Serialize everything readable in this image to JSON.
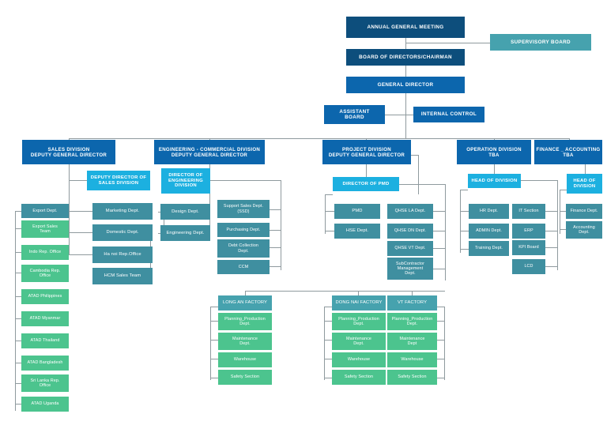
{
  "chart_title": "ATAD Organizational Structure Chart",
  "palette": {
    "navy": "#0d4e7c",
    "blue": "#0c66ad",
    "cyan": "#1cb0e0",
    "teal": "#3f8fa0",
    "teal_light": "#46a2ae",
    "green": "#4cc48e",
    "connector": "#8f9a9e",
    "background": "#ffffff"
  },
  "top": {
    "annual_general_meeting": "ANNUAL GENERAL MEETING",
    "supervisory_board": "SUPERVISORY BOARD",
    "board_of_directors": "BOARD OF DIRECTORS/CHAIRMAN",
    "general_director": "GENERAL DIRECTOR",
    "assistant_board": "ASSISTANT\nBOARD",
    "assistant_board_l1": "ASSISTANT",
    "assistant_board_l2": "BOARD",
    "internal_control": "INTERNAL CONTROL"
  },
  "divisions": {
    "sales_l1": "SALES DIVISION",
    "sales_l2": "DEPUTY GENERAL DIRECTOR",
    "engineering_l1": "ENGINEERING - COMMERCIAL DIVISION",
    "engineering_l2": "DEPUTY GENERAL DIRECTOR",
    "project_l1": "PROJECT DIVISION",
    "project_l2": "DEPUTY GENERAL DIRECTOR",
    "operation_l1": "OPERATION DIVISION",
    "operation_l2": "TBA",
    "finance_l1": "FINANCE _ ACCOUNTING",
    "finance_l2": "TBA"
  },
  "heads": {
    "deputy_sales_l1": "DEPUTY DIRECTOR OF",
    "deputy_sales_l2": "SALES DIVISION",
    "dir_eng_l1": "DIRECTOR OF",
    "dir_eng_l2": "ENGINEERING",
    "dir_eng_l3": "DIVISION",
    "dir_pmd": "DIRECTOR OF PMD",
    "head_operation": "HEAD OF DIVISION",
    "head_finance_l1": "HEAD OF",
    "head_finance_l2": "DIVISION"
  },
  "sales": {
    "departments": [
      "Marketing Dept.",
      "Domestic Dept.",
      "Ha noi Rep.Office",
      "HCM Sales Team"
    ],
    "export_branch": [
      {
        "label": "Export Dept.",
        "color": "teal"
      },
      {
        "label": "Export Sales\nTeam",
        "color": "green",
        "l1": "Export Sales",
        "l2": "Team"
      },
      {
        "label": "Indo Rep. Office",
        "color": "green",
        "l1": "Indo Rep. Office",
        "l2": ""
      },
      {
        "label": "Cambodia Rep.\nOffice",
        "color": "green",
        "l1": "Cambodia Rep.",
        "l2": "Office"
      },
      {
        "label": "ATAD Philippines",
        "color": "green",
        "l1": "ATAD Philippines",
        "l2": ""
      },
      {
        "label": "ATAD Myanmar",
        "color": "green",
        "l1": "ATAD Myanmar",
        "l2": ""
      },
      {
        "label": "ATAD Thailand",
        "color": "green",
        "l1": "ATAD Thailand",
        "l2": ""
      },
      {
        "label": "ATAD Bangladesh",
        "color": "green",
        "l1": "ATAD Bangladesh",
        "l2": ""
      },
      {
        "label": "Sri Lanka Rep.\nOffice",
        "color": "green",
        "l1": "Sri Lanka Rep.",
        "l2": "Office"
      },
      {
        "label": "ATAD Uganda",
        "color": "green",
        "l1": "ATAD Uganda",
        "l2": ""
      }
    ]
  },
  "engineering": {
    "left_departments": [
      "Design Dept.",
      "Engineering Dept."
    ],
    "right_departments": [
      {
        "l1": "Support Sales Dept.",
        "l2": "(SSD)"
      },
      {
        "l1": "Purchasing Dept.",
        "l2": ""
      },
      {
        "l1": "Debt Collection",
        "l2": "Dept."
      },
      {
        "l1": "CCM",
        "l2": ""
      }
    ]
  },
  "project": {
    "left_departments": [
      "PMD",
      "HSE Dept."
    ],
    "right_departments": [
      {
        "l1": "QHSE LA Dept.",
        "l2": "",
        "l3": ""
      },
      {
        "l1": "QHSE DN Dept.",
        "l2": "",
        "l3": ""
      },
      {
        "l1": "QHSE VT Dept.",
        "l2": "",
        "l3": ""
      },
      {
        "l1": "SubContractor",
        "l2": "Management",
        "l3": "Dept."
      }
    ]
  },
  "operation": {
    "left_departments": [
      "HR Dept.",
      "ADMIN Dept.",
      "Training Dept."
    ],
    "right_departments": [
      "IT Section",
      "ERP",
      "KPI Board",
      "LCD"
    ]
  },
  "finance": {
    "departments": [
      {
        "l1": "Finance Dept.",
        "l2": ""
      },
      {
        "l1": "Accounting",
        "l2": "Dept."
      }
    ]
  },
  "factories": [
    {
      "name": "LONG AN FACTORY",
      "units": [
        {
          "l1": "Planning_Production",
          "l2": "Dept."
        },
        {
          "l1": "Maintenance",
          "l2": "Dept."
        },
        {
          "l1": "Warehouse",
          "l2": ""
        },
        {
          "l1": "Safety Section",
          "l2": ""
        }
      ]
    },
    {
      "name": "DONG NAI FACTORY",
      "units": [
        {
          "l1": "Planning_Production",
          "l2": "Dept."
        },
        {
          "l1": "Maintenance",
          "l2": "Dept."
        },
        {
          "l1": "Warehouse",
          "l2": ""
        },
        {
          "l1": "Safety Section",
          "l2": ""
        }
      ]
    },
    {
      "name": "VT FACTORY",
      "units": [
        {
          "l1": "Planning_Production",
          "l2": "Dept."
        },
        {
          "l1": "Maintenance",
          "l2": "Dept"
        },
        {
          "l1": "Warehouse",
          "l2": ""
        },
        {
          "l1": "Safety Section",
          "l2": ""
        }
      ]
    }
  ]
}
